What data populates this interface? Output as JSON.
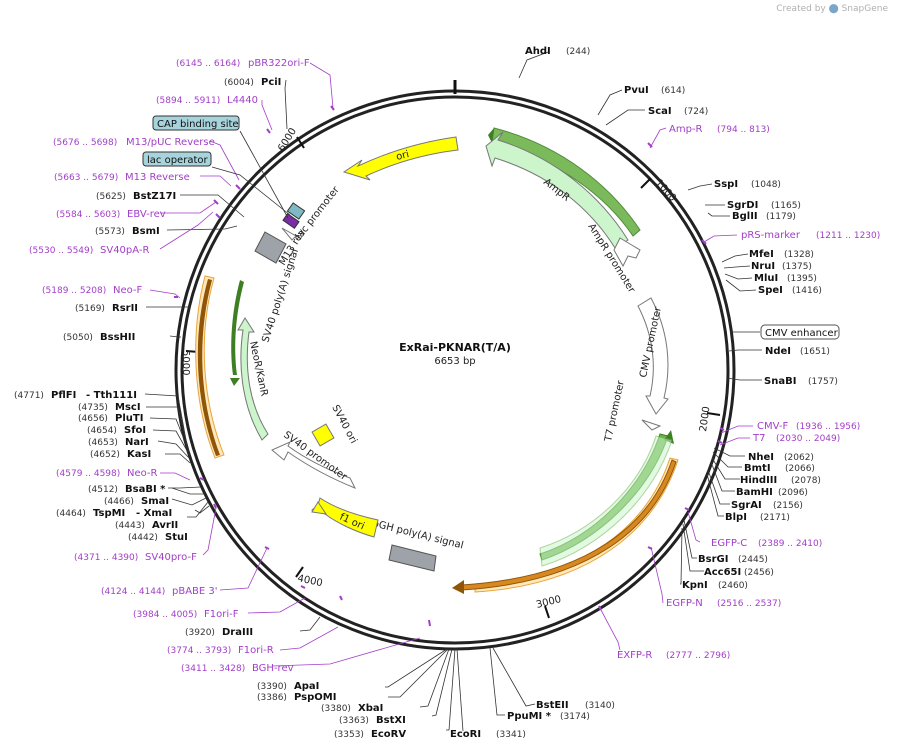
{
  "app": {
    "credit_prefix": "Created by",
    "credit_brand": "SnapGene"
  },
  "plasmid": {
    "name": "ExRai-PKNAR(T/A)",
    "size_label": "6653 bp",
    "length": 6653
  },
  "ticks": [
    "1000",
    "2000",
    "3000",
    "4000",
    "5000",
    "6000"
  ],
  "enzymes": [
    {
      "name": "AhdI",
      "pos": "(244)"
    },
    {
      "name": "PvuI",
      "pos": "(614)"
    },
    {
      "name": "ScaI",
      "pos": "(724)"
    },
    {
      "name": "SspI",
      "pos": "(1048)"
    },
    {
      "name": "SgrDI",
      "pos": "(1165)"
    },
    {
      "name": "BglII",
      "pos": "(1179)"
    },
    {
      "name": "MfeI",
      "pos": "(1328)"
    },
    {
      "name": "NruI",
      "pos": "(1375)"
    },
    {
      "name": "MluI",
      "pos": "(1395)"
    },
    {
      "name": "SpeI",
      "pos": "(1416)"
    },
    {
      "name": "NdeI",
      "pos": "(1651)"
    },
    {
      "name": "SnaBI",
      "pos": "(1757)"
    },
    {
      "name": "NheI",
      "pos": "(2062)"
    },
    {
      "name": "BmtI",
      "pos": "(2066)"
    },
    {
      "name": "HindIII",
      "pos": "(2078)"
    },
    {
      "name": "BamHI",
      "pos": "(2096)"
    },
    {
      "name": "SgrAI",
      "pos": "(2156)"
    },
    {
      "name": "BlpI",
      "pos": "(2171)"
    },
    {
      "name": "BsrGI",
      "pos": "(2445)"
    },
    {
      "name": "Acc65I",
      "pos": "(2456)"
    },
    {
      "name": "KpnI",
      "pos": "(2460)"
    },
    {
      "name": "BstEII",
      "pos": "(3140)"
    },
    {
      "name": "PpuMI *",
      "pos": "(3174)"
    },
    {
      "name": "EcoRI",
      "pos": "(3341)"
    },
    {
      "name": "EcoRV",
      "pos": "(3353)"
    },
    {
      "name": "BstXI",
      "pos": "(3363)"
    },
    {
      "name": "XbaI",
      "pos": "(3380)"
    },
    {
      "name": "PspOMI",
      "pos": "(3386)"
    },
    {
      "name": "ApaI",
      "pos": "(3390)"
    },
    {
      "name": "DraIII",
      "pos": "(3920)"
    },
    {
      "name": "StuI",
      "pos": "(4442)"
    },
    {
      "name": "AvrII",
      "pos": "(4443)"
    },
    {
      "name": "- XmaI",
      "pos": ""
    },
    {
      "name": "TspMI",
      "pos": "(4464)"
    },
    {
      "name": "SmaI",
      "pos": "(4466)"
    },
    {
      "name": "BsaBI *",
      "pos": "(4512)"
    },
    {
      "name": "KasI",
      "pos": "(4652)"
    },
    {
      "name": "NarI",
      "pos": "(4653)"
    },
    {
      "name": "SfoI",
      "pos": "(4654)"
    },
    {
      "name": "PluTI",
      "pos": "(4656)"
    },
    {
      "name": "MscI",
      "pos": "(4735)"
    },
    {
      "name": "PflFI",
      "pos": "(4771)"
    },
    {
      "name": "- Tth111I",
      "pos": ""
    },
    {
      "name": "BssHII",
      "pos": "(5050)"
    },
    {
      "name": "RsrII",
      "pos": "(5169)"
    },
    {
      "name": "BsmI",
      "pos": "(5573)"
    },
    {
      "name": "BstZ17I",
      "pos": "(5625)"
    },
    {
      "name": "PciI",
      "pos": "(6004)"
    }
  ],
  "primers": [
    {
      "name": "Amp-R",
      "pos": "(794 .. 813)"
    },
    {
      "name": "pRS-marker",
      "pos": "(1211 .. 1230)"
    },
    {
      "name": "CMV-F",
      "pos": "(1936 .. 1956)"
    },
    {
      "name": "T7",
      "pos": "(2030 .. 2049)"
    },
    {
      "name": "EGFP-C",
      "pos": "(2389 .. 2410)"
    },
    {
      "name": "EGFP-N",
      "pos": "(2516 .. 2537)"
    },
    {
      "name": "EXFP-R",
      "pos": "(2777 .. 2796)"
    },
    {
      "name": "BGH-rev",
      "pos": "(3411 .. 3428)"
    },
    {
      "name": "F1ori-R",
      "pos": "(3774 .. 3793)"
    },
    {
      "name": "F1ori-F",
      "pos": "(3984 .. 4005)"
    },
    {
      "name": "pBABE 3'",
      "pos": "(4124 .. 4144)"
    },
    {
      "name": "SV40pro-F",
      "pos": "(4371 .. 4390)"
    },
    {
      "name": "Neo-R",
      "pos": "(4579 .. 4598)"
    },
    {
      "name": "Neo-F",
      "pos": "(5189 .. 5208)"
    },
    {
      "name": "SV40pA-R",
      "pos": "(5530 .. 5549)"
    },
    {
      "name": "EBV-rev",
      "pos": "(5584 .. 5603)"
    },
    {
      "name": "M13 Reverse",
      "pos": "(5663 .. 5679)"
    },
    {
      "name": "M13/pUC Reverse",
      "pos": "(5676 .. 5698)"
    },
    {
      "name": "L4440",
      "pos": "(5894 .. 5911)"
    },
    {
      "name": "pBR322ori-F",
      "pos": "(6145 .. 6164)"
    }
  ],
  "boxed_features": [
    {
      "name": "CMV enhancer",
      "color": "#ffffff"
    },
    {
      "name": "CAP binding site",
      "color": "#a6d3dc"
    },
    {
      "name": "lac operator",
      "color": "#a6d3dc"
    }
  ],
  "features": {
    "ori": "ori",
    "ampr": "AmpR",
    "ampr_promoter": "AmpR promoter",
    "cmv_promoter": "CMV promoter",
    "t7_promoter": "T7 promoter",
    "bgh_signal": "bGH poly(A) signal",
    "f1_ori": "f1 ori",
    "sv40_promoter": "SV40 promoter",
    "sv40_ori": "SV40 ori",
    "neor": "NeoR/KanR",
    "sv40_polya": "SV40 poly(A) signal",
    "m13_rev": "M13 rev",
    "lac_promoter": "lac promoter"
  },
  "colors": {
    "ori": "#ffff00",
    "ampr": "#ccf5cc",
    "ampr_promoter": "#ffffff",
    "promoter": "#ffffff",
    "f1_ori": "#ffff00",
    "polyA": "#9da3a8",
    "primer": "#a23ec9",
    "orange_cds": "#e9a43a",
    "green_cds": "#3f8f2a"
  }
}
